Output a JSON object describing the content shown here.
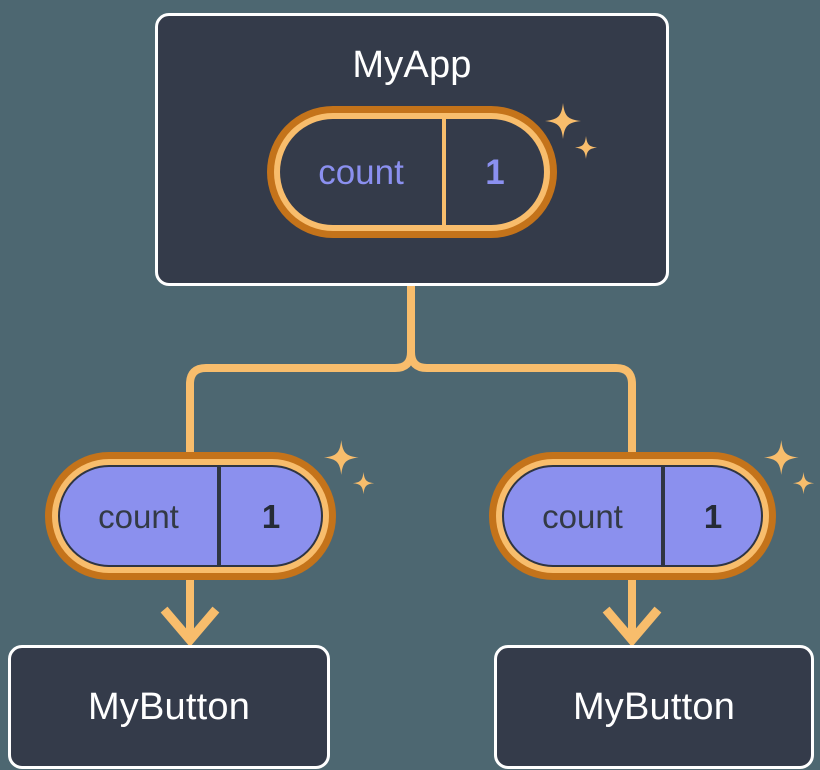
{
  "diagram": {
    "title": "React component tree with shared count state",
    "background_color": "#4d6771",
    "card_bg": "#343b4a",
    "card_border": "#ffffff",
    "wire_color": "#f8bd6c",
    "pill_outer_ring": "#c4731a",
    "pill_inner_ring": "#f8bd6c",
    "pill_child_fill": "#8b90ee",
    "accent_purple": "#8b90f0",
    "sparkle_color": "#f8bd6c"
  },
  "nodes": {
    "root": {
      "label": "MyApp",
      "state": {
        "key": "count",
        "value": "1",
        "divider_color": "#f8bd6c",
        "fill": "#343b4a",
        "text_color": "#8b90f0"
      },
      "sparkle": "sparkle-icon"
    },
    "children": [
      {
        "label": "MyButton",
        "state": {
          "key": "count",
          "value": "1",
          "divider_color": "#2f3542",
          "fill": "#8b90ee",
          "text_color": "#333a45"
        },
        "sparkle": "sparkle-icon",
        "arrow": "arrow-down-icon"
      },
      {
        "label": "MyButton",
        "state": {
          "key": "count",
          "value": "1",
          "divider_color": "#2f3542",
          "fill": "#8b90ee",
          "text_color": "#333a45"
        },
        "sparkle": "sparkle-icon",
        "arrow": "arrow-down-icon"
      }
    ]
  },
  "edges": {
    "root_to_split": "vertical-connector",
    "split_to_left": "elbow-connector-left",
    "split_to_right": "elbow-connector-right",
    "left_pill_to_button": "arrow-connector",
    "right_pill_to_button": "arrow-connector"
  }
}
